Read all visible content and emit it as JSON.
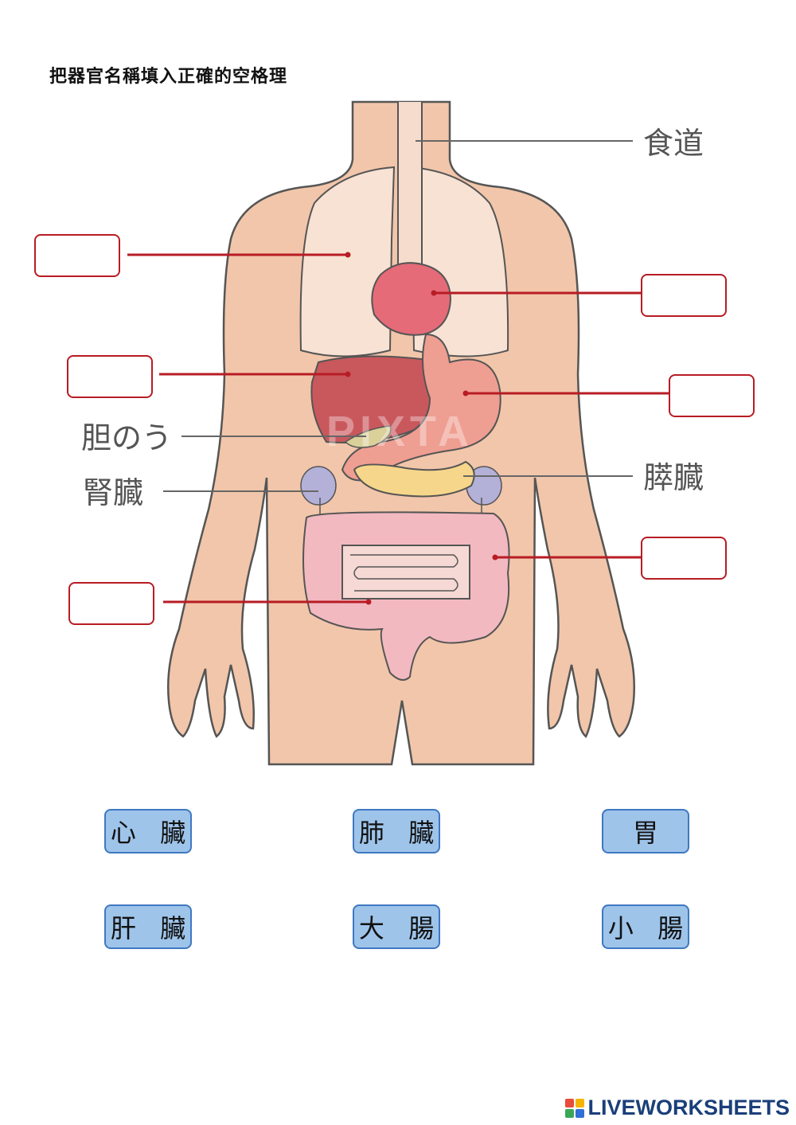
{
  "instruction": "把器官名稱填入正確的空格理",
  "diagram": {
    "printed_labels": {
      "esophagus": "食道",
      "gallbladder": "胆のう",
      "kidney": "腎臓",
      "pancreas": "膵臓"
    },
    "watermark": "PIXTA"
  },
  "answer_boxes": [
    "",
    "",
    "",
    "",
    "",
    ""
  ],
  "word_bank": [
    "心 臟",
    "肺 臟",
    "胃",
    "肝 臟",
    "大 腸",
    "小 腸"
  ],
  "footer": {
    "brand": "LIVEWORKSHEETS"
  },
  "colors": {
    "skin": "#f2c6aa",
    "outline": "#555555",
    "lungs": "#f7e2d3",
    "heart": "#e56b78",
    "liver": "#c9585d",
    "stomach": "#ef9e92",
    "pancreas": "#f6d68a",
    "kidney": "#b3b1d8",
    "intestine": "#f2b9c1",
    "pointer_line": "#b81c24",
    "card_fill": "#9ec4ea",
    "card_border": "#3f78c2"
  }
}
